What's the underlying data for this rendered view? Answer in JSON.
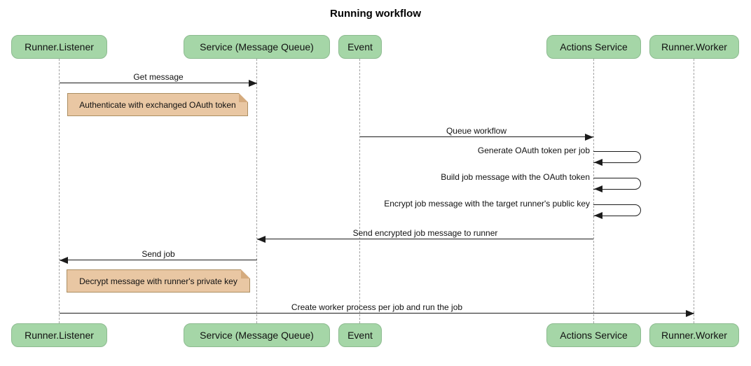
{
  "diagram": {
    "type": "sequence",
    "title": "Running workflow"
  },
  "actors": [
    {
      "label": "Runner.Listener"
    },
    {
      "label": "Service (Message Queue)"
    },
    {
      "label": "Event"
    },
    {
      "label": "Actions Service"
    },
    {
      "label": "Runner.Worker"
    }
  ],
  "messages": [
    {
      "label": "Get message",
      "from": "Runner.Listener",
      "to": "Service (Message Queue)",
      "arrow": "right"
    },
    {
      "label": "Queue workflow",
      "from": "Event",
      "to": "Actions Service",
      "arrow": "right"
    },
    {
      "label": "Generate OAuth token per job",
      "from": "Actions Service",
      "to": "Actions Service",
      "arrow": "self"
    },
    {
      "label": "Build job message with the OAuth token",
      "from": "Actions Service",
      "to": "Actions Service",
      "arrow": "self"
    },
    {
      "label": "Encrypt job message with the target runner's public key",
      "from": "Actions Service",
      "to": "Actions Service",
      "arrow": "self"
    },
    {
      "label": "Send encrypted job message to runner",
      "from": "Actions Service",
      "to": "Service (Message Queue)",
      "arrow": "left"
    },
    {
      "label": "Send job",
      "from": "Service (Message Queue)",
      "to": "Runner.Listener",
      "arrow": "left"
    },
    {
      "label": "Create worker process per job and run the job",
      "from": "Runner.Listener",
      "to": "Runner.Worker",
      "arrow": "right"
    }
  ],
  "notes": [
    {
      "label": "Authenticate with exchanged OAuth token",
      "position": "over Runner.Listener / Service"
    },
    {
      "label": "Decrypt message with runner's private key",
      "position": "over Runner.Listener / Service"
    }
  ],
  "colors": {
    "actor_fill": "#a5d6a7",
    "actor_border": "#8dbb90",
    "note_fill": "#e9c7a3",
    "note_border": "#ab8e61",
    "lifeline": "#a3a3a3",
    "arrow": "#1b1b1b",
    "background": "#ffffff"
  }
}
